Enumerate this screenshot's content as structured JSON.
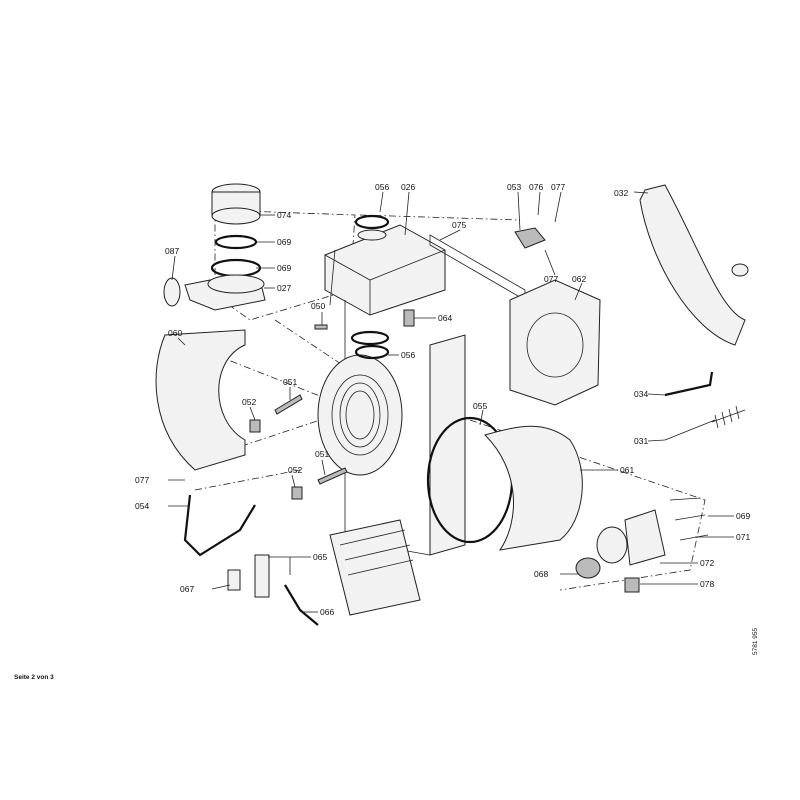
{
  "diagram": {
    "labels": [
      "056",
      "026",
      "053",
      "076",
      "077",
      "032",
      "074",
      "075",
      "069",
      "087",
      "069",
      "077",
      "062",
      "027",
      "050",
      "064",
      "060",
      "056",
      "051",
      "055",
      "034",
      "052",
      "031",
      "061",
      "077",
      "051",
      "052",
      "054",
      "069",
      "071",
      "065",
      "072",
      "067",
      "068",
      "078",
      "066"
    ]
  },
  "footer": {
    "page": "Seite 2 von 3",
    "doc_number": "5781 955"
  }
}
